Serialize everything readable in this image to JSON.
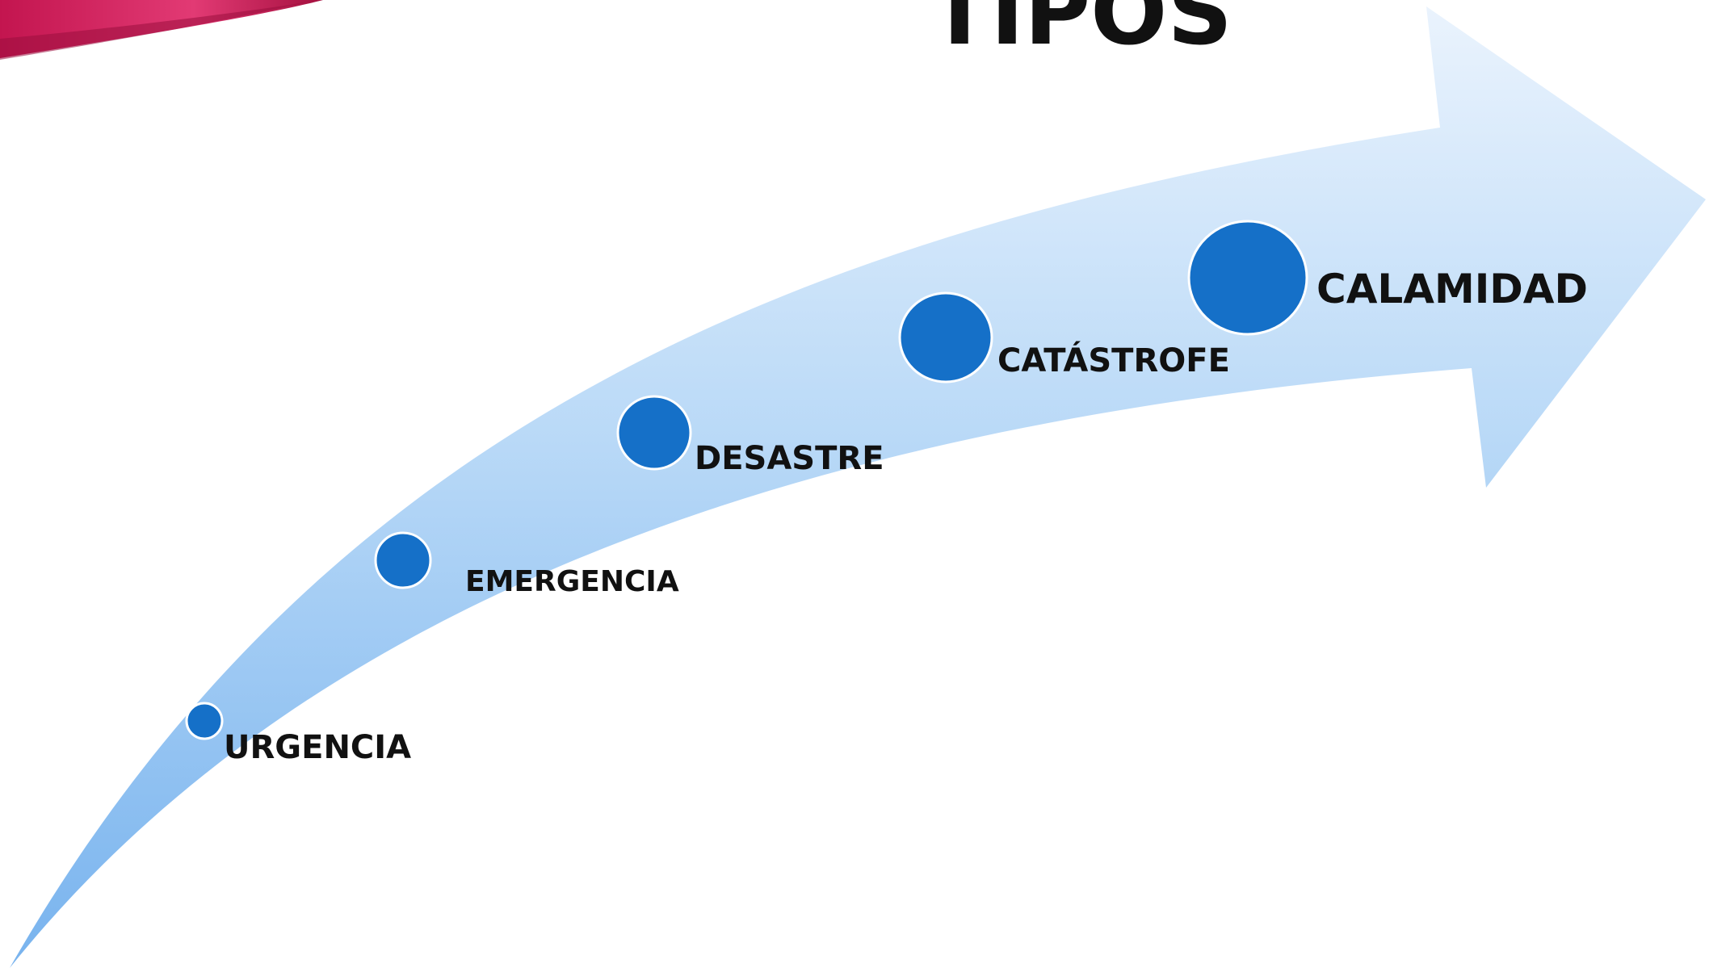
{
  "slide": {
    "title": "TIPOS",
    "stages": [
      {
        "label": "URGENCIA"
      },
      {
        "label": "EMERGENCIA"
      },
      {
        "label": "DESASTRE"
      },
      {
        "label": "CATÁSTROFE"
      },
      {
        "label": "CALAMIDAD"
      }
    ]
  },
  "colors": {
    "accent_ribbon": "#d11d5c",
    "arrow_light": "#e6f1fc",
    "arrow_dark": "#7cb7ef",
    "circle_fill": "#1570c8",
    "circle_stroke": "#ffffff",
    "text": "#111111"
  }
}
